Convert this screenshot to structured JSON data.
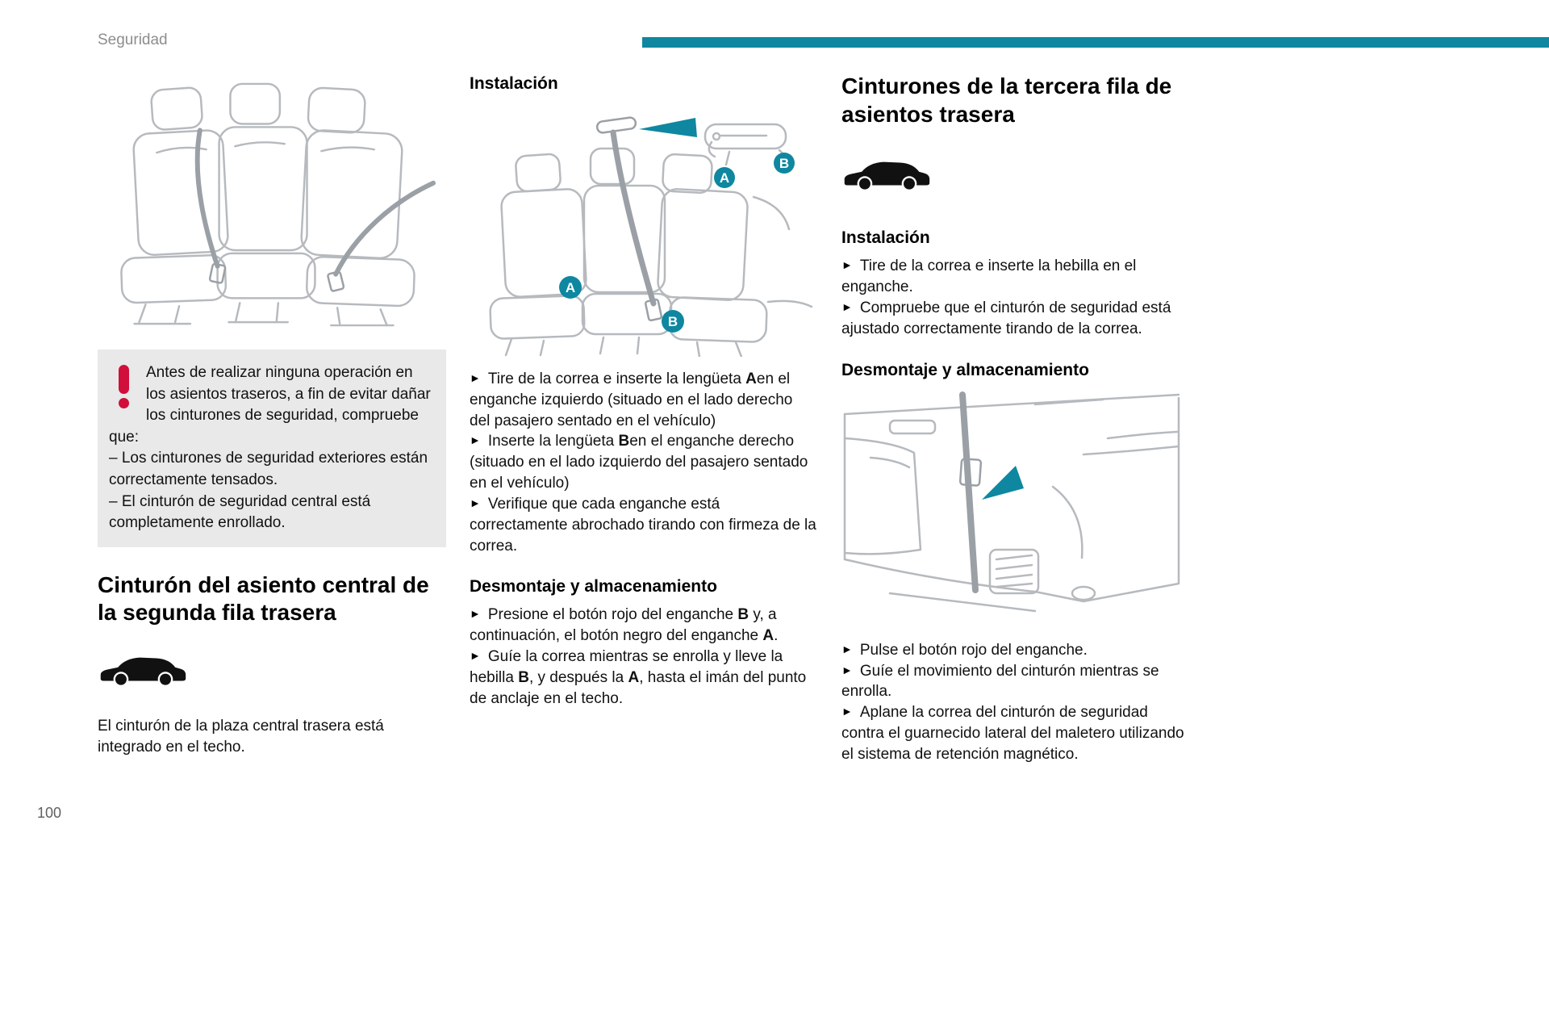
{
  "colors": {
    "accent_teal": "#0f87a0",
    "warning_red": "#d0103a",
    "illustration_line_gray": "#b6babe",
    "belt_gray": "#9aa0a6",
    "warning_box_bg": "#e9e9e9"
  },
  "glyphs": {
    "bullet": "►"
  },
  "page": {
    "running_header": "Seguridad",
    "page_number": "100"
  },
  "badges": {
    "a": "A",
    "b": "B"
  },
  "left": {
    "warning": {
      "icon": "exclamation-mark",
      "lines": [
        "Antes de realizar ninguna operación en los asientos traseros, a fin de evitar dañar los cinturones de seguridad, compruebe que:",
        "– Los cinturones de seguridad exteriores están correctamente tensados.",
        "– El cinturón de seguridad central está completamente enrollado."
      ]
    },
    "heading": "Cinturón del asiento central de la segunda fila trasera",
    "car_icon": "suv-silhouette",
    "paragraph": "El cinturón de la plaza central trasera está integrado en el techo."
  },
  "middle": {
    "install_heading": "Instalación",
    "install_bullets": [
      [
        {
          "t": "Tire de la correa e inserte la lengüeta ",
          "b": false
        },
        {
          "t": "A",
          "b": true
        },
        {
          "t": "en el enganche izquierdo (situado en el lado derecho del pasajero sentado en el vehículo)",
          "b": false
        }
      ],
      [
        {
          "t": "Inserte la lengüeta ",
          "b": false
        },
        {
          "t": "B",
          "b": true
        },
        {
          "t": "en el enganche derecho (situado en el lado izquierdo del pasajero sentado en el vehículo)",
          "b": false
        }
      ],
      [
        {
          "t": "Verifique que cada enganche está correctamente abrochado tirando con firmeza de la correa.",
          "b": false
        }
      ]
    ],
    "removal_heading": "Desmontaje y almacenamiento",
    "removal_bullets": [
      [
        {
          "t": "Presione el botón rojo del enganche ",
          "b": false
        },
        {
          "t": "B",
          "b": true
        },
        {
          "t": " y, a continuación, el botón negro del enganche ",
          "b": false
        },
        {
          "t": "A",
          "b": true
        },
        {
          "t": ".",
          "b": false
        }
      ],
      [
        {
          "t": "Guíe la correa mientras se enrolla y lleve la hebilla ",
          "b": false
        },
        {
          "t": "B",
          "b": true
        },
        {
          "t": ", y después la ",
          "b": false
        },
        {
          "t": "A",
          "b": true
        },
        {
          "t": ", hasta el imán del punto de anclaje en el techo.",
          "b": false
        }
      ]
    ]
  },
  "right": {
    "heading": "Cinturones de la tercera fila de asientos trasera",
    "car_icon": "suv-silhouette",
    "install_heading": "Instalación",
    "install_bullets": [
      [
        {
          "t": "Tire de la correa e inserte la hebilla en el enganche.",
          "b": false
        }
      ],
      [
        {
          "t": "Compruebe que el cinturón de seguridad está ajustado correctamente tirando de la correa.",
          "b": false
        }
      ]
    ],
    "removal_heading": "Desmontaje y almacenamiento",
    "removal_bullets": [
      [
        {
          "t": "Pulse el botón rojo del enganche.",
          "b": false
        }
      ],
      [
        {
          "t": "Guíe el movimiento del cinturón mientras se enrolla.",
          "b": false
        }
      ],
      [
        {
          "t": "Aplane la correa del cinturón de seguridad contra el guarnecido lateral del maletero utilizando el sistema de retención magnético.",
          "b": false
        }
      ]
    ]
  }
}
